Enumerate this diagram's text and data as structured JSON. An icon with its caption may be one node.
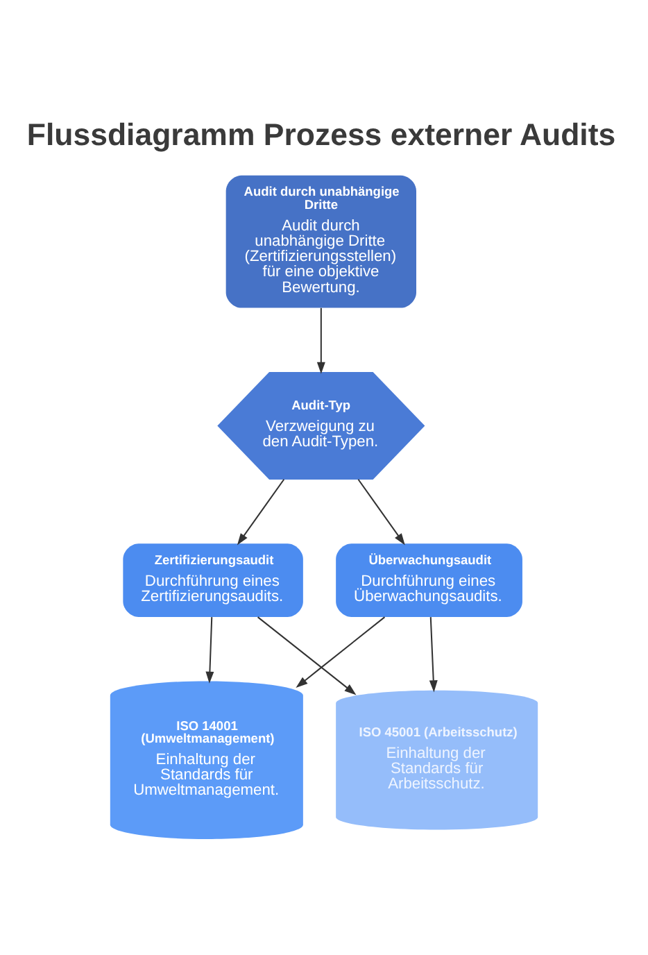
{
  "diagram": {
    "title": "Flussdiagramm Prozess externer Audits",
    "nodes": [
      {
        "text": [
          "Audit durch unabhängige Dritte",
          "Audit durch unabhängige Dritte (Zertifizierungsstellen) für eine objektive Bewertung."
        ]
      },
      {
        "text": [
          "Audit-Typ",
          "Verzweigung zu den Audit-Typen."
        ]
      },
      {
        "text": [
          "Zertifizierungsaudit",
          "Durchführung eines Zertifizierungsaudits."
        ]
      },
      {
        "text": [
          "Überwachungsaudit",
          "Durchführung eines Überwachungsaudits."
        ]
      },
      {
        "text": [
          "ISO 14001 (Umweltmanagement)",
          "Einhaltung der Standards für Umweltmanagement."
        ]
      },
      {
        "text": [
          "ISO 45001 (Arbeitsschutz)",
          "Einhaltung der Standards für Arbeitsschutz."
        ]
      }
    ],
    "edges": [
      {
        "from": 0,
        "to": 1,
        "arrow": "to"
      },
      {
        "from": 1,
        "to": 2,
        "arrow": "to"
      },
      {
        "from": 1,
        "to": 3,
        "arrow": "to"
      },
      {
        "from": 2,
        "to": 4,
        "arrow": "to"
      },
      {
        "from": 2,
        "to": 5,
        "arrow": "to"
      },
      {
        "from": 3,
        "to": 4,
        "arrow": "to"
      },
      {
        "from": 3,
        "to": 5,
        "arrow": "to"
      }
    ]
  }
}
